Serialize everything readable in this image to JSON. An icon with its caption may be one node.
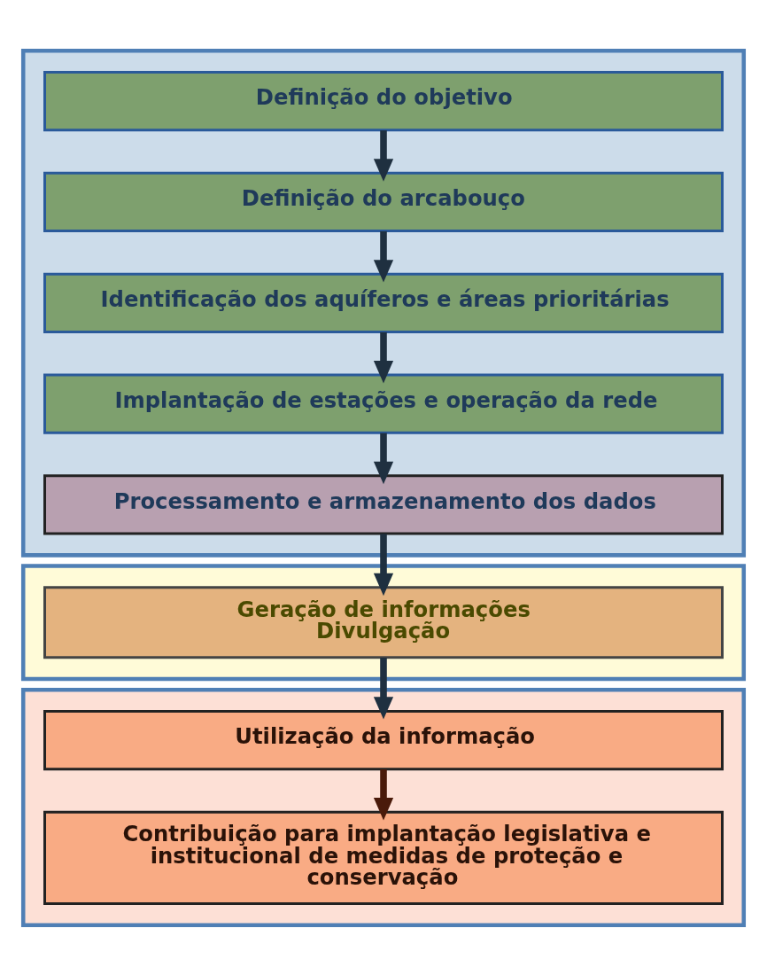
{
  "diagram": {
    "nodes": [
      {
        "text": [],
        "shape": "box"
      },
      {
        "text": [
          "Definição do objetivo"
        ],
        "in": 0
      },
      {
        "text": [
          "Definição do arcabouço"
        ],
        "in": 0
      },
      {
        "text": [
          "Identificação dos aquíferos e áreas prioritárias"
        ],
        "in": 0
      },
      {
        "text": [
          "Implantação de estações e operação da rede"
        ],
        "in": 0
      },
      {
        "text": [
          "Processamento e armazenamento dos dados"
        ],
        "in": 0
      },
      {
        "text": [],
        "shape": "box"
      },
      {
        "text": [
          "Geração de informações",
          "Divulgação"
        ],
        "in": 6
      },
      {
        "text": [],
        "shape": "box"
      },
      {
        "text": [
          "Utilização da informação"
        ],
        "in": 8
      },
      {
        "text": [
          "Contribuição para implantação legislativa e institucional de medidas de proteção e conservação"
        ],
        "in": 8
      }
    ],
    "edges": [
      {
        "from": 1,
        "to": 2,
        "arrow": "to"
      },
      {
        "from": 2,
        "to": 3,
        "arrow": "to"
      },
      {
        "from": 3,
        "to": 4,
        "arrow": "to"
      },
      {
        "from": 4,
        "to": 5,
        "arrow": "to"
      },
      {
        "from": 5,
        "to": 7,
        "arrow": "to"
      },
      {
        "from": 7,
        "to": 9,
        "arrow": "to"
      },
      {
        "from": 9,
        "to": 10,
        "arrow": "to",
        "color": "#4a1a0a"
      }
    ]
  }
}
